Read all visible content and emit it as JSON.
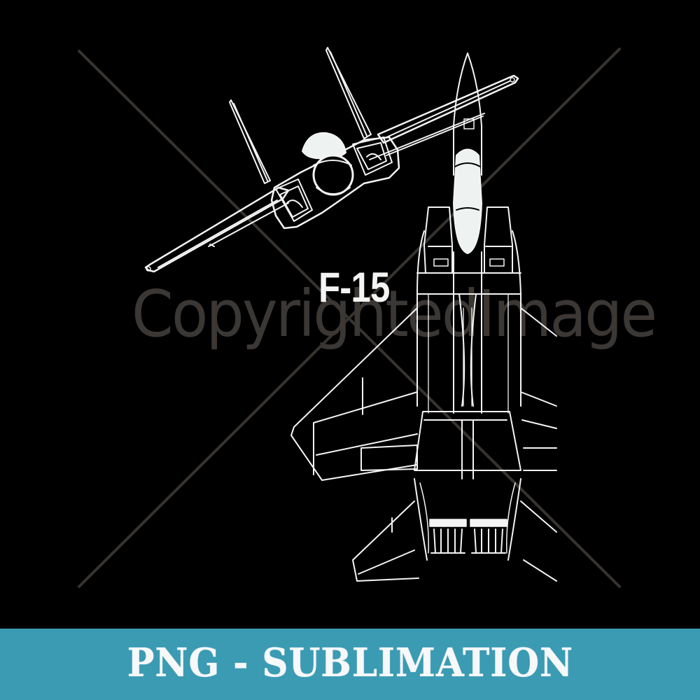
{
  "artwork": {
    "subject": "F-15 fighter jet blueprint line drawing",
    "title_label": "F-15",
    "views": [
      "front-banking-view",
      "top-view"
    ],
    "colors": {
      "background": "#000000",
      "line": "#f4f4f4",
      "canopy_fill": "#eef2f0"
    }
  },
  "watermark": {
    "text": "CopyrightedImage",
    "color": "#3b3734"
  },
  "banner": {
    "label": "PNG - SUBLIMATION",
    "background": "#3a9bb3",
    "text_color": "#f7f8fa"
  }
}
